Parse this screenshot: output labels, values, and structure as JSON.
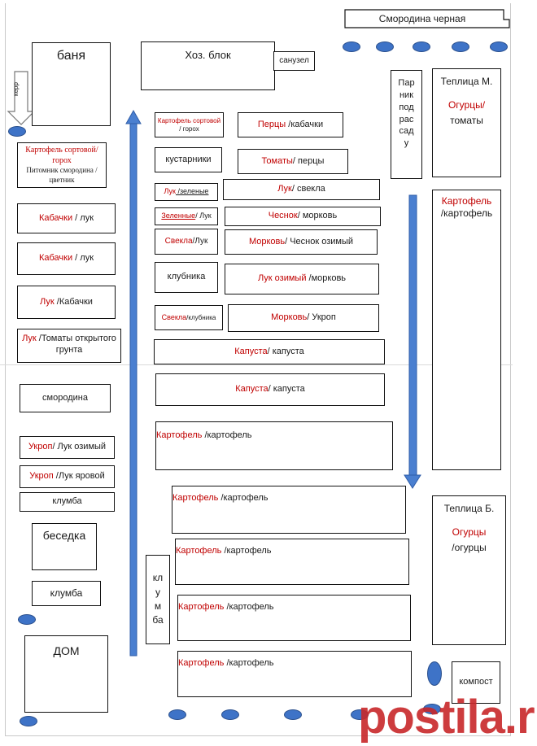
{
  "banya": "баня",
  "hoz_block": "Хоз. блок",
  "sanuzel": "санузел",
  "smorodina_chernaya": "Смородина черная",
  "kerr": "керр",
  "parnik": [
    "Пар",
    "ник",
    "под",
    "рас",
    "сад",
    "у"
  ],
  "teplitsa_m": {
    "title": "Теплица М.",
    "red": "Огурцы/",
    "black": "томаты"
  },
  "teplitsa_m_lower": {
    "red": "Картофель",
    "black": "/картофель"
  },
  "teplitsa_b": {
    "title": "Теплица Б.",
    "red": "Огурцы",
    "black": "/огурцы"
  },
  "kompost": "компост",
  "dom": "ДОМ",
  "besedka": "беседка",
  "klumba": "клумба",
  "klumba_side": "клумба",
  "klumba_vert": [
    "кл",
    "у",
    "м",
    "ба"
  ],
  "smorodina": "смородина",
  "kustarniki": "кустарники",
  "klubnika": "клубника",
  "left_beds": [
    {
      "red": "Картофель сортовой/горох",
      "black": "Питомник смородина / цветник"
    },
    {
      "red": "Кабачки",
      "black": " / лук"
    },
    {
      "red": "Кабачки",
      "black": " / лук"
    },
    {
      "red": "Лук",
      "black": " /Кабачки"
    },
    {
      "red": "Лук",
      "black": " /Томаты открытого грунта"
    },
    {
      "red": "Укроп",
      "black": "/ Лук озимый"
    },
    {
      "red": "Укроп",
      "black": " /Лук яровой"
    }
  ],
  "small_beds": [
    {
      "red": "Картофель сортовой",
      "black": " / горох"
    },
    {
      "red": "Лук",
      "black": " /зеленые"
    },
    {
      "red": "Зеленные",
      "black": "/ Лук"
    },
    {
      "red": "Свекла",
      "black": "/Лук"
    },
    {
      "red": "Свекла",
      "black": "/клубника"
    }
  ],
  "mid_beds": [
    {
      "red": "Перцы",
      "black": " /кабачки"
    },
    {
      "red": "Томаты",
      "black": "/ перцы"
    },
    {
      "red": "Лук",
      "black": "/ свекла"
    },
    {
      "red": "Чеснок",
      "black": "/ морковь"
    },
    {
      "red": "Морковь",
      "black": "/ Чеснок озимый"
    },
    {
      "red": "Лук озимый",
      "black": " /морковь"
    },
    {
      "red": "Морковь",
      "black": "/ Укроп"
    },
    {
      "red": "Капуста",
      "black": "/ капуста"
    },
    {
      "red": "Капуста",
      "black": "/ капуста"
    },
    {
      "red": "Картофель",
      "black": " /картофель"
    },
    {
      "red": "Картофель",
      "black": " /картофель"
    },
    {
      "red": "Картофель",
      "black": " /картофель"
    },
    {
      "red": "Картофель",
      "black": " /картофель"
    },
    {
      "red": "Картофель",
      "black": " /картофель"
    }
  ],
  "watermark": "postila.ru",
  "colors": {
    "crop_red": "#c00000",
    "arrow_blue": "#4a7fd0",
    "bush_blue": "#3e73c7"
  }
}
